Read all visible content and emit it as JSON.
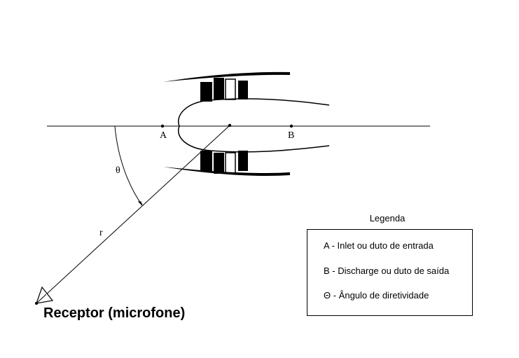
{
  "diagram": {
    "point_a_label": "A",
    "point_b_label": "B",
    "angle_label": "θ",
    "distance_label": "r",
    "receptor_label": "Receptor (microfone)"
  },
  "legend": {
    "title": "Legenda",
    "items": [
      "A - Inlet ou duto de entrada",
      "B - Discharge ou duto de saída",
      "Θ - Ângulo de diretividade"
    ]
  }
}
